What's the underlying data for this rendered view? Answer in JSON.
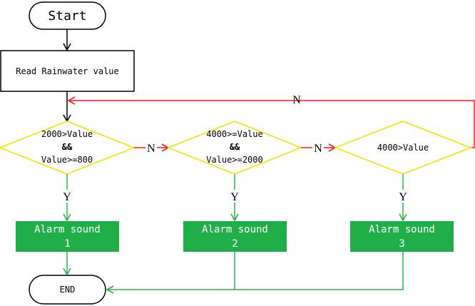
{
  "colors": {
    "black": "#000000",
    "red": "#ff1a1a",
    "green": "#2db34a",
    "decision_stroke": "#f2e600",
    "process_fill": "#1fae48",
    "process_text": "#ffffff"
  },
  "nodes": {
    "start": "Start",
    "read": "Read Rainwater value",
    "decision1": {
      "line1": "2000>Value",
      "line2": "&&",
      "line3": "Value>=800"
    },
    "decision2": {
      "line1": "4000>=Value",
      "line2": "&&",
      "line3": "Value>=2000"
    },
    "decision3": "4000>Value",
    "alarm1": {
      "line1": "Alarm sound",
      "line2": "1"
    },
    "alarm2": {
      "line1": "Alarm sound",
      "line2": "2"
    },
    "alarm3": {
      "line1": "Alarm sound",
      "line2": "3"
    },
    "end": "END"
  },
  "edge_labels": {
    "n1": "N",
    "n2": "N",
    "n_loop": "N",
    "y1": "Y",
    "y2": "Y",
    "y3": "Y"
  }
}
